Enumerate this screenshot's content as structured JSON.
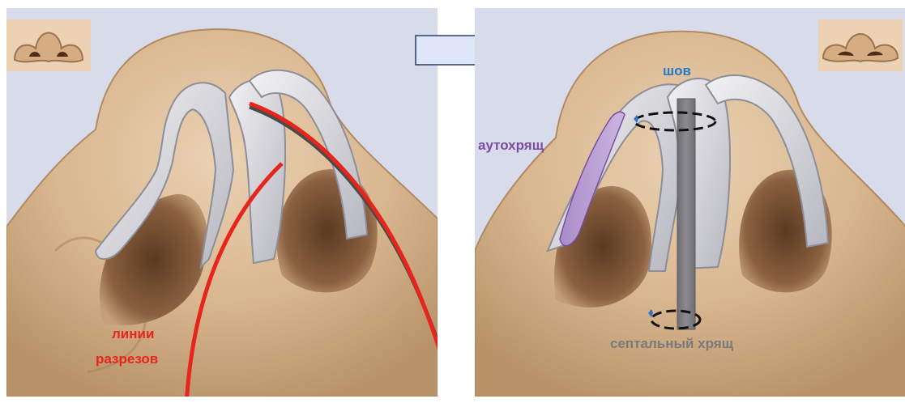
{
  "labels": {
    "incision_line1": "линии",
    "incision_line2": "разрезов",
    "suture": "шов",
    "autograft": "аутохрящ",
    "septal": "септальный хрящ"
  },
  "colors": {
    "incision": "#e8251c",
    "suture": "#2a78c6",
    "autograft": "#7a4da2",
    "septal": "#7a7a7a",
    "skin": "#d9b78f",
    "background": "#d8dbe9",
    "arrow_fill": "#dfe6f7",
    "arrow_stroke": "#2c3e6b"
  },
  "icons": {
    "nose_thumbnail": "nose-front-icon",
    "arrow": "right-arrow-icon"
  }
}
